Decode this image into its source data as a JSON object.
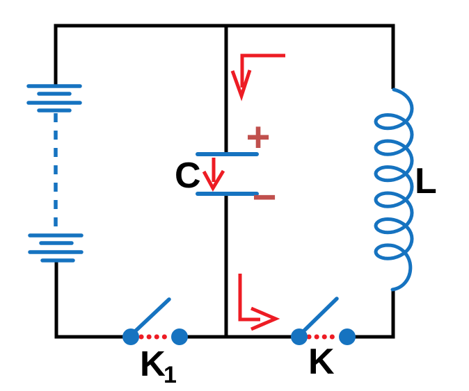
{
  "labels": {
    "capacitor": "C",
    "inductor": "L",
    "switch_main": "K",
    "switch_battery": {
      "base": "K",
      "sub": "1"
    },
    "capacitor_plus": "+",
    "capacitor_minus": "−"
  },
  "colors": {
    "background": "#ffffff",
    "wire": "#000000",
    "component-blue": "#1673c0",
    "arrow-red": "#ed1c24",
    "polarity-red": "#c0504d"
  }
}
